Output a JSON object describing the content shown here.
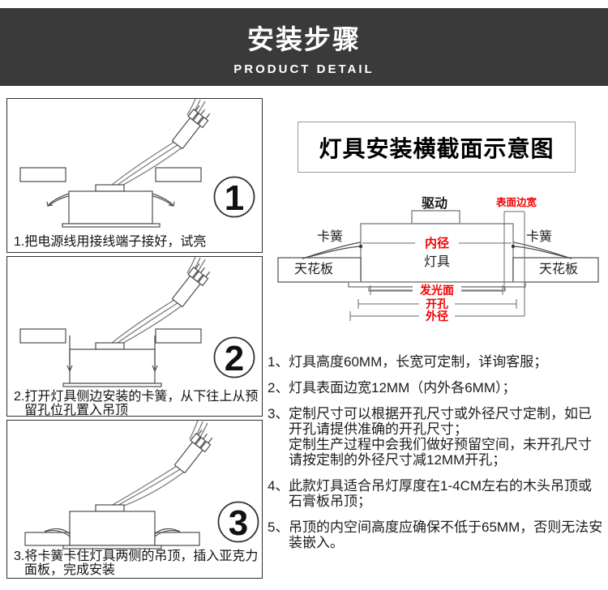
{
  "header": {
    "title": "安装步骤",
    "subtitle": "PRODUCT DETAIL"
  },
  "steps": [
    {
      "number": "1",
      "caption": "1.把电源线用接线端子接好，试亮"
    },
    {
      "number": "2",
      "caption": "2.打开灯具侧边安装的卡簧，从下往上从预\n留孔位孔置入吊顶"
    },
    {
      "number": "3",
      "caption": "3.将卡簧卡住灯具两侧的吊顶，插入亚克力\n面板，完成安装"
    }
  ],
  "diagram": {
    "title": "灯具安装横截面示意图",
    "labels": {
      "driver": "驱动",
      "surface_edge": "表面边宽",
      "clip_left": "卡簧",
      "clip_right": "卡簧",
      "inner_diameter": "内径",
      "lamp": "灯具",
      "ceiling_left": "天花板",
      "ceiling_right": "天花板",
      "luminous_surface": "发光面",
      "cutout": "开孔",
      "outer_diameter": "外径"
    },
    "colors": {
      "dimension_red": "#f20000",
      "header_bg": "#3a3a3a",
      "line_gray": "#8a8a8a"
    }
  },
  "notes": [
    {
      "num": "1、",
      "text": "灯具高度60MM，长宽可定制，详询客服；"
    },
    {
      "num": "2、",
      "text": "灯具表面边宽12MM（内外各6MM）；"
    },
    {
      "num": "3、",
      "text": "定制尺寸可以根据开孔尺寸或外径尺寸定制，如已\n开孔请提供准确的开孔尺寸；\n定制生产过程中会我们做好预留空间，未开孔尺寸\n请按定制的外径尺寸减12MM开孔；"
    },
    {
      "num": "4、",
      "text": "此款灯具适合吊灯厚度在1-4CM左右的木头吊顶或\n石膏板吊顶；"
    },
    {
      "num": "5、",
      "text": "吊顶的内空间高度应确保不低于65MM，否则无法安\n装嵌入。"
    }
  ]
}
